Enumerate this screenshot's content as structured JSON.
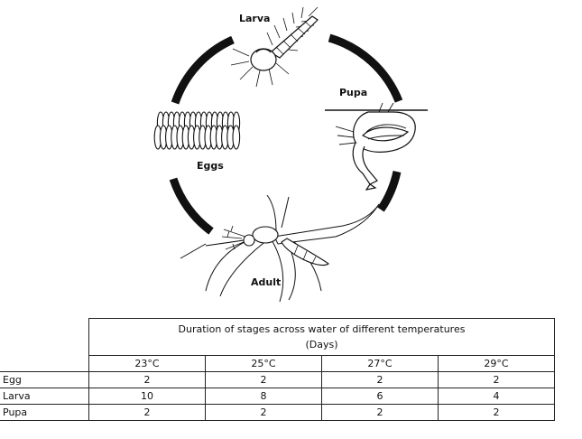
{
  "diagram": {
    "stages": {
      "larva": "Larva",
      "pupa": "Pupa",
      "eggs": "Eggs",
      "adult": "Adult"
    }
  },
  "table": {
    "title_line1": "Duration of stages across water of different temperatures",
    "title_line2": "(Days)",
    "columns": [
      "23°C",
      "25°C",
      "27°C",
      "29°C"
    ],
    "rows": [
      {
        "label": "Egg",
        "values": [
          "2",
          "2",
          "2",
          "2"
        ]
      },
      {
        "label": "Larva",
        "values": [
          "10",
          "8",
          "6",
          "4"
        ]
      },
      {
        "label": "Pupa",
        "values": [
          "2",
          "2",
          "2",
          "2"
        ]
      }
    ]
  }
}
